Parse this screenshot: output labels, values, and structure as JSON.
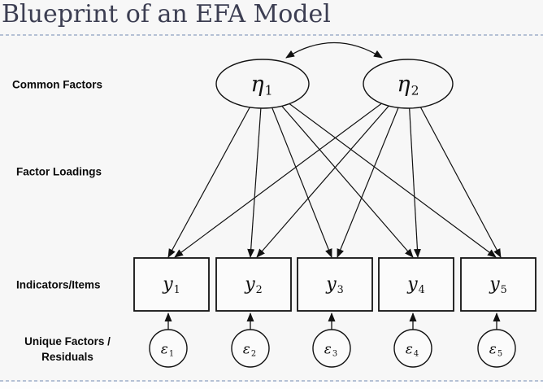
{
  "title": "Blueprint of an EFA Model",
  "colors": {
    "background": "#f7f7f7",
    "title_text": "#3c3e52",
    "divider": "#b5c1d5",
    "shape_stroke": "#111111",
    "shape_fill": "#fbfbfb"
  },
  "row_labels": {
    "common_factors": "Common Factors",
    "factor_loadings": "Factor Loadings",
    "indicators_items": "Indicators/Items",
    "unique_factors_line1": "Unique Factors /",
    "unique_factors_line2": "Residuals"
  },
  "diagram": {
    "factors": [
      {
        "symbol": "η",
        "sub": "1"
      },
      {
        "symbol": "η",
        "sub": "2"
      }
    ],
    "indicators": [
      {
        "symbol": "y",
        "sub": "1"
      },
      {
        "symbol": "y",
        "sub": "2"
      },
      {
        "symbol": "y",
        "sub": "3"
      },
      {
        "symbol": "y",
        "sub": "4"
      },
      {
        "symbol": "y",
        "sub": "5"
      }
    ],
    "residuals": [
      {
        "symbol": "ε",
        "sub": "1"
      },
      {
        "symbol": "ε",
        "sub": "2"
      },
      {
        "symbol": "ε",
        "sub": "3"
      },
      {
        "symbol": "ε",
        "sub": "4"
      },
      {
        "symbol": "ε",
        "sub": "5"
      }
    ]
  }
}
